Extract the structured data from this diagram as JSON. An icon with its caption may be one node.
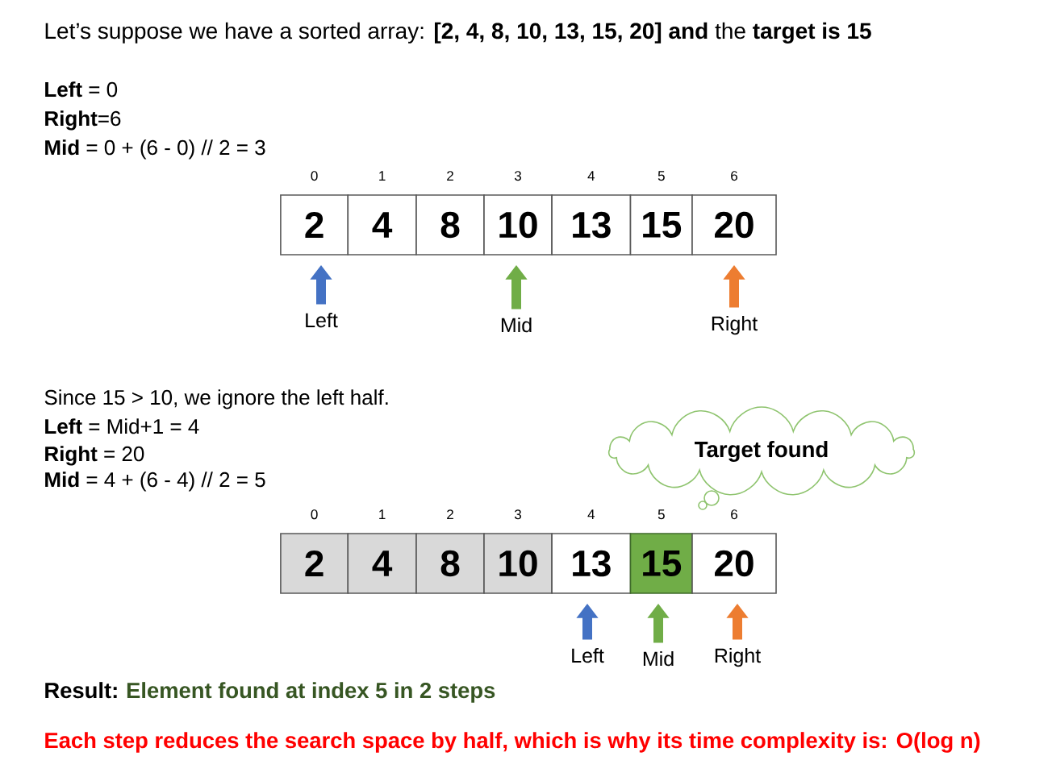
{
  "diagram": {
    "title": "Let’s suppose we have a sorted array: **[2, 4, 8, 10, 13, 15, 20] and** the **target is 15**",
    "nodes": [
      {
        "text": [
          "2"
        ],
        "beside": [
          "0"
        ]
      },
      {
        "text": [
          "4"
        ],
        "beside": [
          "1"
        ]
      },
      {
        "text": [
          "8"
        ],
        "beside": [
          "2"
        ]
      },
      {
        "text": [
          "10"
        ],
        "beside": [
          "3"
        ]
      },
      {
        "text": [
          "13"
        ],
        "beside": [
          "4"
        ]
      },
      {
        "text": [
          "15"
        ],
        "beside": [
          "5"
        ]
      },
      {
        "text": [
          "20"
        ],
        "beside": [
          "6"
        ]
      },
      {
        "text": [
          "Left"
        ]
      },
      {
        "text": [
          "Mid"
        ]
      },
      {
        "text": [
          "Right"
        ]
      },
      {
        "text": [
          "Target found"
        ]
      },
      {
        "text": [
          "2"
        ],
        "beside": [
          "0"
        ]
      },
      {
        "text": [
          "4"
        ],
        "beside": [
          "1"
        ]
      },
      {
        "text": [
          "8"
        ],
        "beside": [
          "2"
        ]
      },
      {
        "text": [
          "10"
        ],
        "beside": [
          "3"
        ]
      },
      {
        "text": [
          "13"
        ],
        "beside": [
          "4"
        ]
      },
      {
        "text": [
          "15"
        ],
        "beside": [
          "5"
        ]
      },
      {
        "text": [
          "20"
        ],
        "beside": [
          "6"
        ]
      },
      {
        "text": [
          "Left"
        ]
      },
      {
        "text": [
          "Mid"
        ]
      },
      {
        "text": [
          "Right"
        ]
      }
    ],
    "edges": [
      {
        "from": 7,
        "to": 0,
        "arrow": "to",
        "color": "#4472c4"
      },
      {
        "from": 8,
        "to": 3,
        "arrow": "to",
        "color": "#70ad47"
      },
      {
        "from": 9,
        "to": 6,
        "arrow": "to",
        "color": "#ed7d31"
      },
      {
        "from": 18,
        "to": 15,
        "arrow": "to",
        "color": "#4472c4"
      },
      {
        "from": 19,
        "to": 16,
        "arrow": "to",
        "color": "#70ad47"
      },
      {
        "from": 20,
        "to": 17,
        "arrow": "to",
        "color": "#ed7d31"
      }
    ],
    "labels": [
      "**Left** = 0",
      "**Right**=6",
      "**Mid** = 0 + (6 - 0) // 2 = 3",
      "Since 15 > 10, we ignore the left half.",
      "**Left** = Mid+1 = 4",
      "**Right** = 20",
      "**Mid** = 4 + (6 - 4) // 2 = 5",
      "Result:",
      "Element found at index 5 in 2 steps",
      "Each step reduces the search space by half, which is why its time complexity is: O(log n)"
    ]
  }
}
